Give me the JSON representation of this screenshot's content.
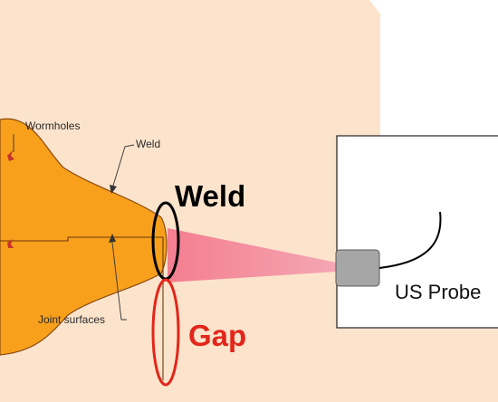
{
  "labels": {
    "wormholes": "Wormholes",
    "weld_small": "Weld",
    "joint_surfaces": "Joint surfaces",
    "weld_large": "Weld",
    "gap": "Gap",
    "probe": "US Probe"
  },
  "colors": {
    "background_plate": "#fce4cc",
    "weld_fill": "#f8a01c",
    "weld_outline": "#8c4b10",
    "gap_accent": "#e3261b",
    "probe_body": "#a6a6a6",
    "beam": "#f4a0b0"
  },
  "icons": [
    "wormhole-marker-icon"
  ]
}
